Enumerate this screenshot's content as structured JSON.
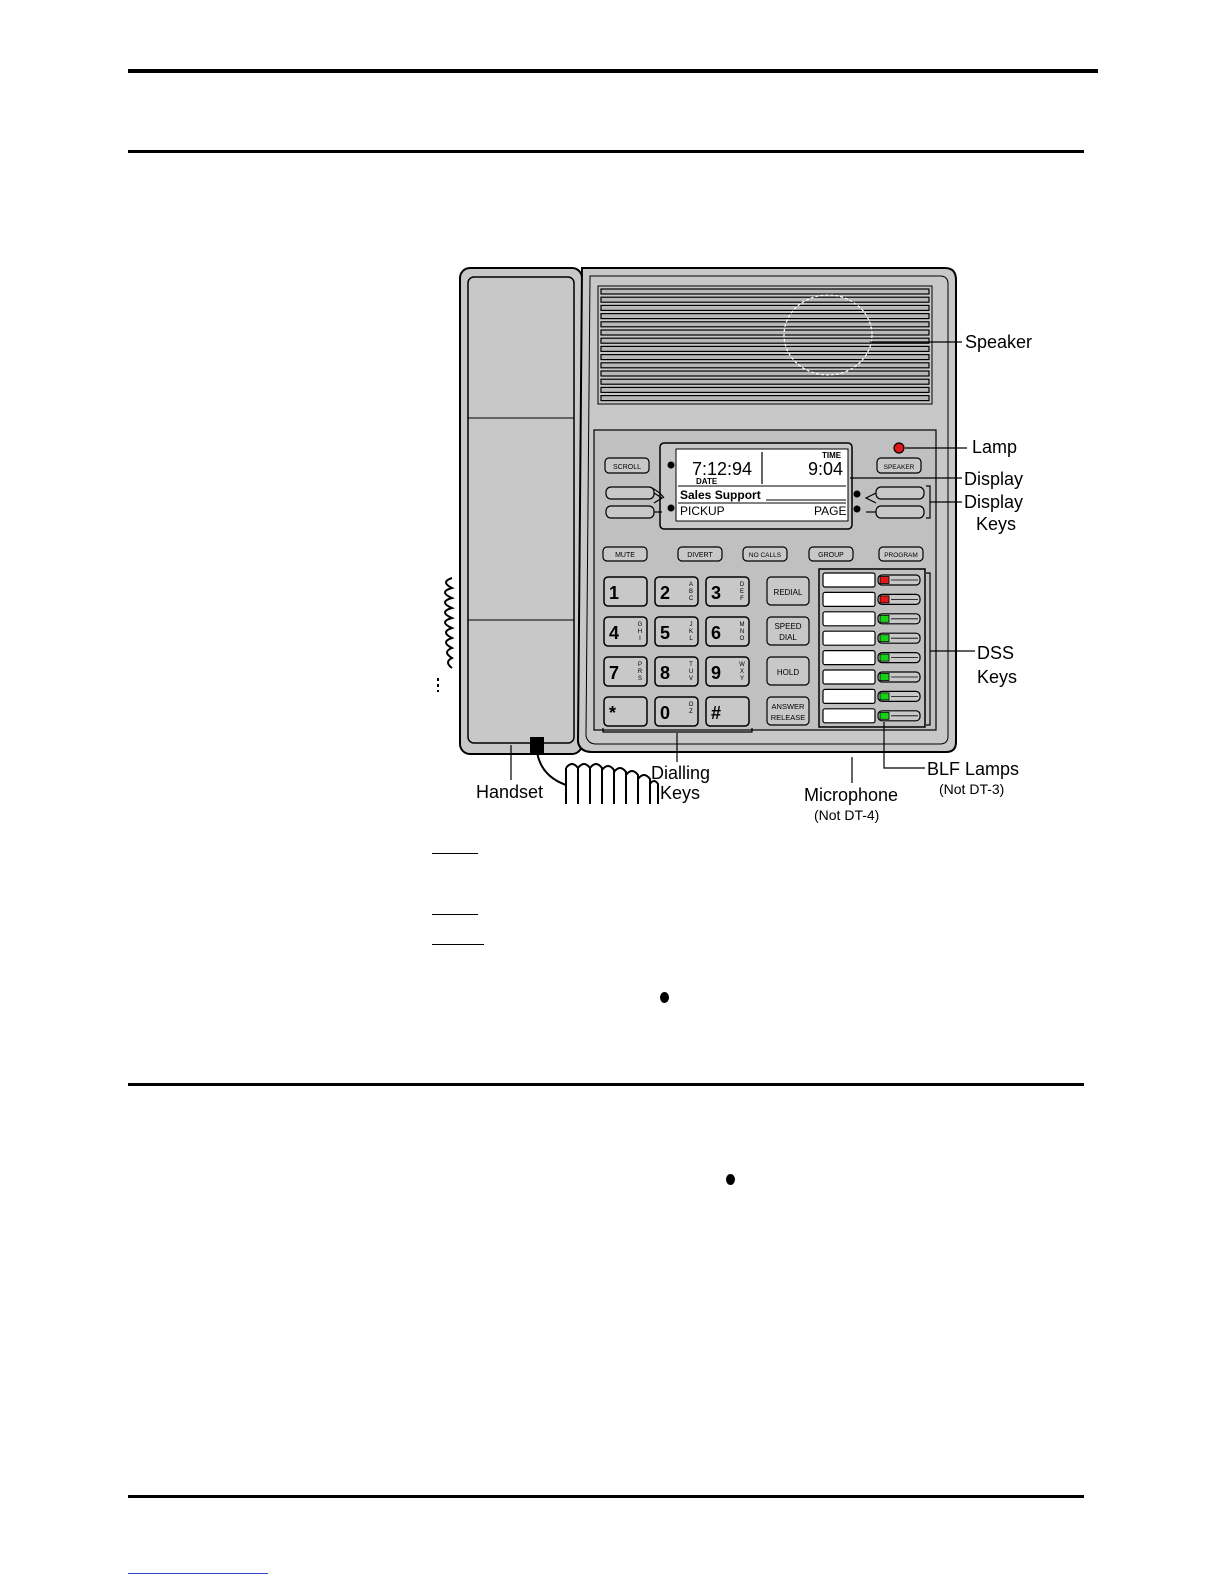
{
  "labels": {
    "speaker": "Speaker",
    "lamp": "Lamp",
    "display": "Display",
    "display_keys_1": "Display",
    "display_keys_2": "Keys",
    "dss_1": "DSS",
    "dss_2": "Keys",
    "blf": "BLF Lamps",
    "blf_note": "(Not DT-3)",
    "microphone": "Microphone",
    "microphone_note": "(Not DT-4)",
    "dialling_1": "Dialling",
    "dialling_2": "Keys",
    "handset": "Handset"
  },
  "lcd": {
    "date_value": "7:12:94",
    "date_label": "DATE",
    "time_label": "TIME",
    "time_value": "9:04",
    "line2": "Sales Support",
    "left_soft": "PICKUP",
    "right_soft": "PAGE"
  },
  "buttons": {
    "scroll": "SCROLL",
    "speaker": "SPEAKER",
    "mute": "MUTE",
    "divert": "DIVERT",
    "no_calls": "NO CALLS",
    "group": "GROUP",
    "program": "PROGRAM",
    "redial": "REDIAL",
    "speed_1": "SPEED",
    "speed_2": "DIAL",
    "hold": "HOLD",
    "answer_1": "ANSWER",
    "answer_2": "RELEASE"
  },
  "keypad": [
    {
      "digit": "1",
      "letters": ""
    },
    {
      "digit": "2",
      "letters": "ABC"
    },
    {
      "digit": "3",
      "letters": "DEF"
    },
    {
      "digit": "4",
      "letters": "GHI"
    },
    {
      "digit": "5",
      "letters": "JKL"
    },
    {
      "digit": "6",
      "letters": "MNO"
    },
    {
      "digit": "7",
      "letters": "PRS"
    },
    {
      "digit": "8",
      "letters": "TUV"
    },
    {
      "digit": "9",
      "letters": "WXY"
    },
    {
      "digit": "*",
      "letters": ""
    },
    {
      "digit": "0",
      "letters": "OZ"
    },
    {
      "digit": "#",
      "letters": ""
    }
  ],
  "blf_lamps": [
    "red",
    "red",
    "green",
    "green",
    "green",
    "green",
    "green",
    "green"
  ],
  "colors": {
    "body": "#c8c8c8",
    "panel": "#c0c0c0",
    "lamp_red": "#e01818",
    "lamp_green": "#18d018",
    "lcd_bg": "#ffffff"
  }
}
